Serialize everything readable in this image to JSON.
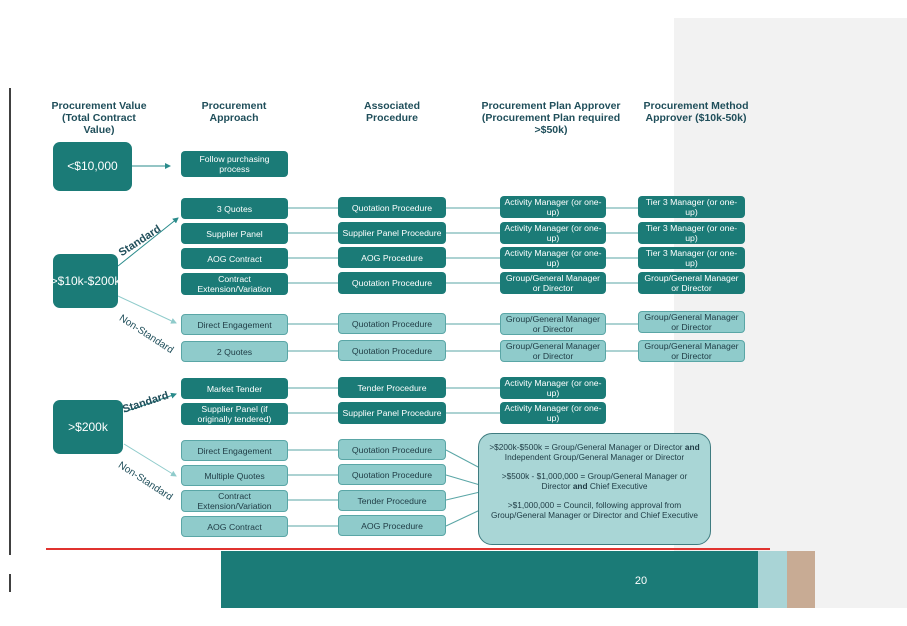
{
  "headers": {
    "value": "Procurement Value (Total Contract Value)",
    "approach": "Procurement Approach",
    "procedure": "Associated Procedure",
    "plan_approver": "Procurement Plan Approver (Procurement Plan required >$50k)",
    "method_approver": "Procurement Method Approver ($10k-50k)"
  },
  "values": {
    "low": "<$10,000",
    "mid": ">$10k-$200k",
    "high": ">$200k"
  },
  "branch_labels": {
    "mid_standard": "Standard",
    "mid_nonstandard": "Non-Standard",
    "high_standard": "Standard",
    "high_nonstandard": "Non-Standard"
  },
  "low_row": {
    "approach": "Follow purchasing process"
  },
  "mid_standard_rows": [
    {
      "approach": "3 Quotes",
      "procedure": "Quotation Procedure",
      "plan": "Activity Manager (or one-up)",
      "method": "Tier 3 Manager (or one-up)"
    },
    {
      "approach": "Supplier Panel",
      "procedure": "Supplier Panel Procedure",
      "plan": "Activity Manager (or one-up)",
      "method": "Tier 3 Manager (or one-up)"
    },
    {
      "approach": "AOG Contract",
      "procedure": "AOG Procedure",
      "plan": "Activity Manager (or one-up)",
      "method": "Tier 3 Manager (or one-up)"
    },
    {
      "approach": "Contract Extension/Variation",
      "procedure": "Quotation Procedure",
      "plan": "Group/General Manager or Director",
      "method": "Group/General Manager or Director"
    }
  ],
  "mid_nonstandard_rows": [
    {
      "approach": "Direct Engagement",
      "procedure": "Quotation Procedure",
      "plan": "Group/General Manager or Director",
      "method": "Group/General Manager or Director"
    },
    {
      "approach": "2 Quotes",
      "procedure": "Quotation Procedure",
      "plan": "Group/General Manager or Director",
      "method": "Group/General Manager or Director"
    }
  ],
  "high_standard_rows": [
    {
      "approach": "Market Tender",
      "procedure": "Tender Procedure",
      "plan": "Activity Manager (or one-up)"
    },
    {
      "approach": "Supplier Panel (if originally tendered)",
      "procedure": "Supplier Panel Procedure",
      "plan": "Activity Manager (or one-up)"
    }
  ],
  "high_nonstandard_rows": [
    {
      "approach": "Direct Engagement",
      "procedure": "Quotation Procedure"
    },
    {
      "approach": "Multiple Quotes",
      "procedure": "Quotation Procedure"
    },
    {
      "approach": "Contract Extension/Variation",
      "procedure": "Tender Procedure"
    },
    {
      "approach": "AOG Contract",
      "procedure": "AOG Procedure"
    }
  ],
  "callout": {
    "line1_a": ">$200k-$500k = Group/General Manager or Director",
    "line1_bold": "and",
    "line1_b": "Independent Group/General Manager or Director",
    "line2_a": ">$500k - $1,000,000 = Group/General Manager or Director",
    "line2_bold": "and",
    "line2_b": "Chief Executive",
    "line3": ">$1,000,000 = Council, following approval from Group/General Manager or Director and Chief Executive"
  },
  "footer": {
    "page_number": "20"
  },
  "colors": {
    "dark_teal": "#1b7b77",
    "light_teal": "#8fcbcb",
    "header_text": "#1f4e5a",
    "footer_red": "#e0332f",
    "footer_tan": "#c8ab94"
  }
}
